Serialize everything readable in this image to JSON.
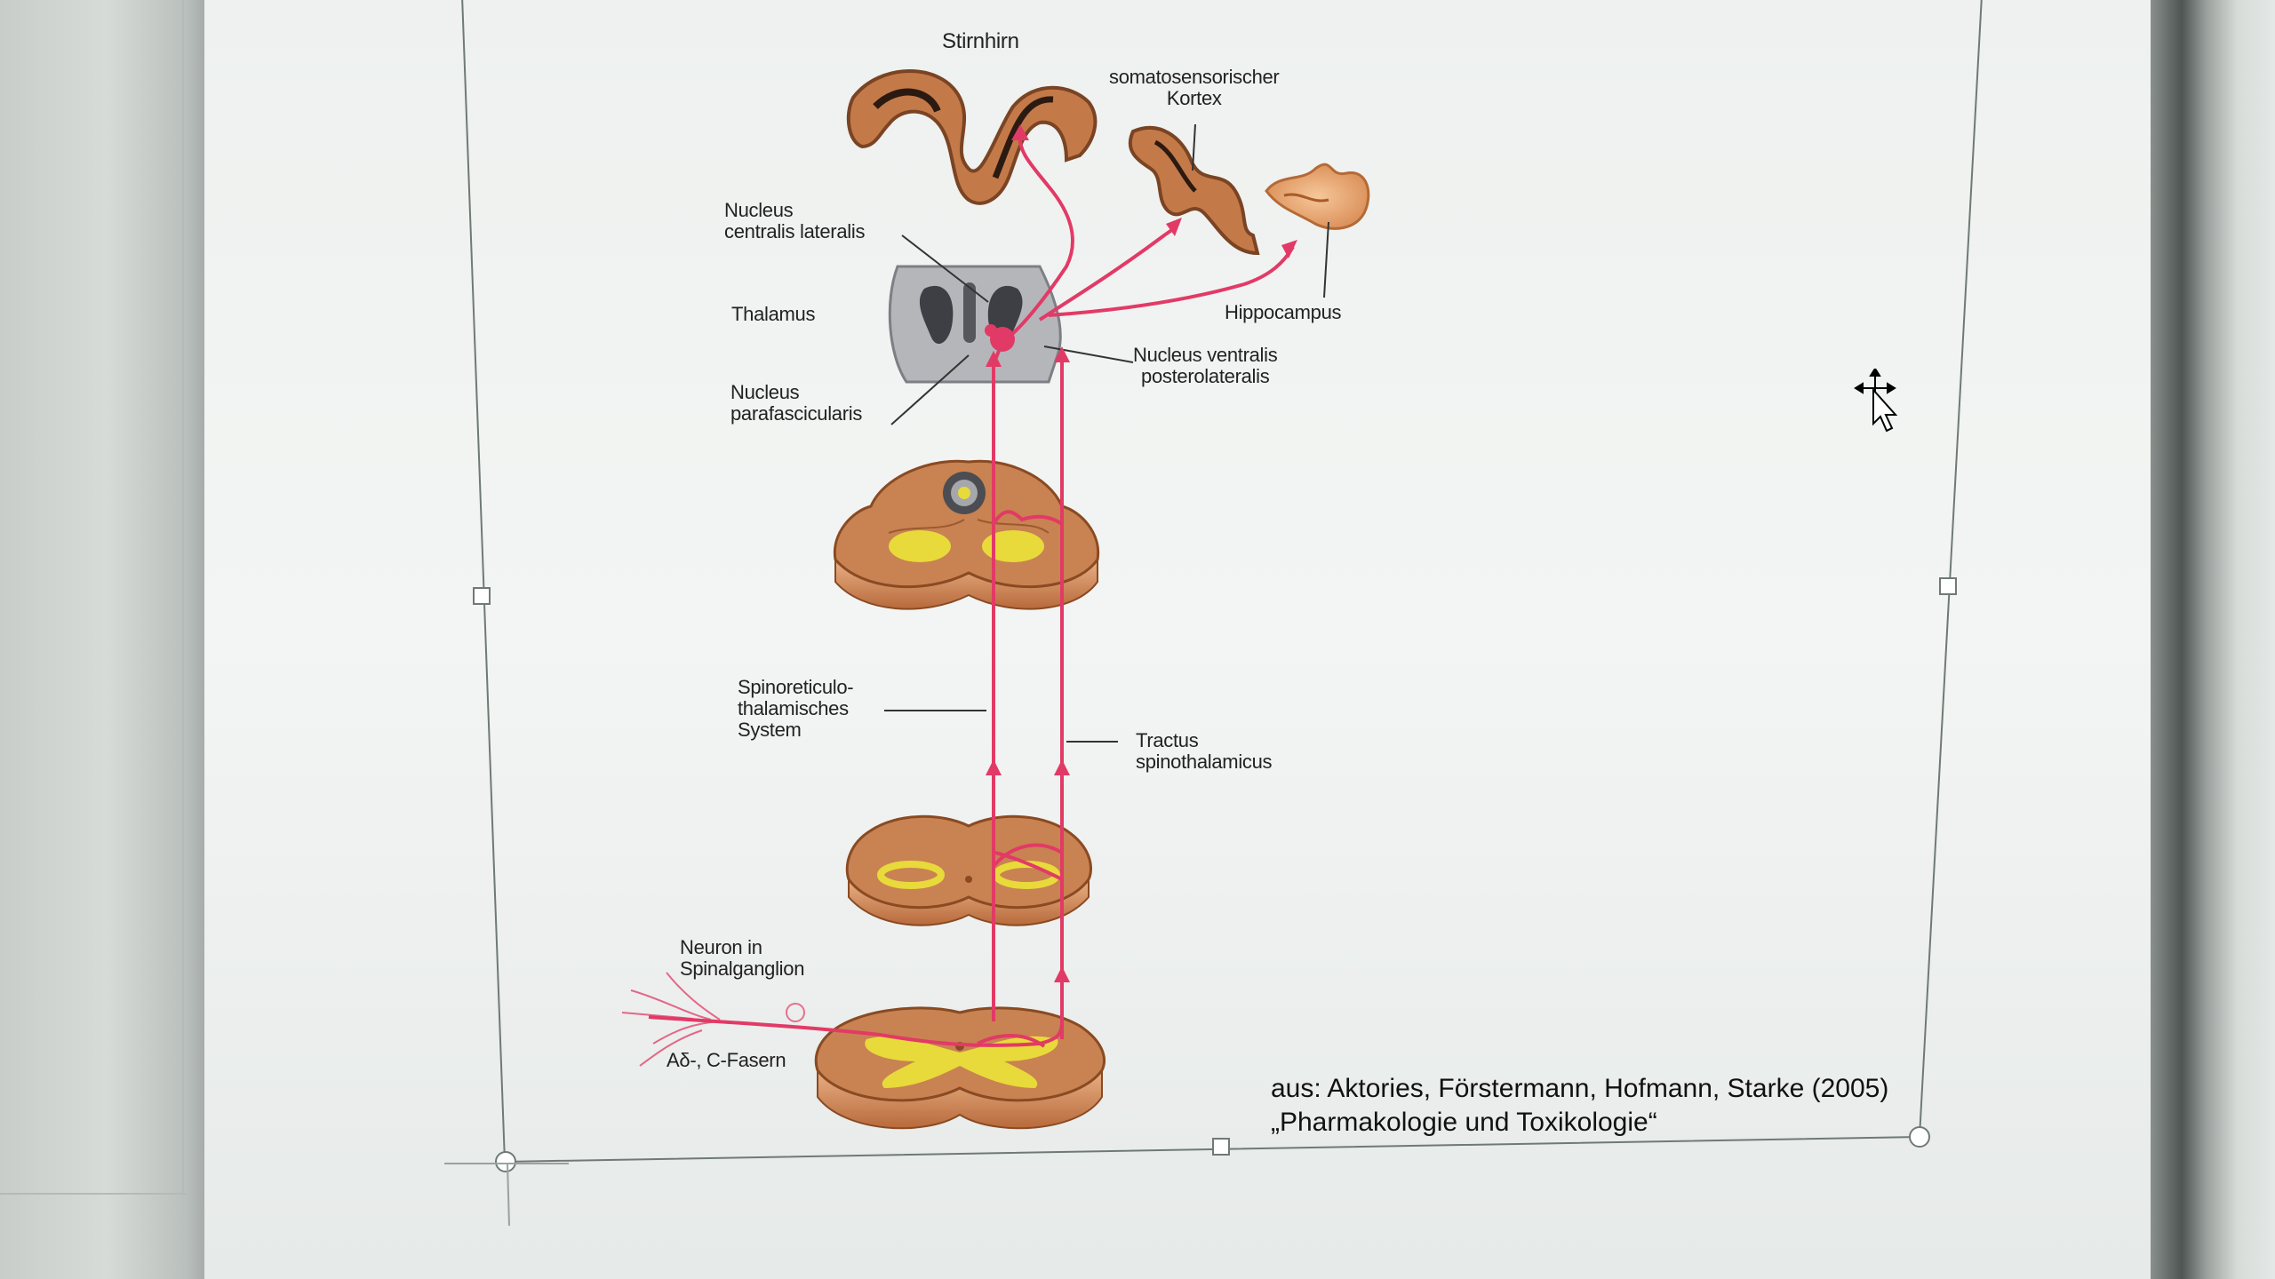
{
  "labels": {
    "stirnhirn": "Stirnhirn",
    "somato": "somatosensorischer\nKortex",
    "ncl": "Nucleus\ncentralis lateralis",
    "thalamus": "Thalamus",
    "npf": "Nucleus\nparafascicularis",
    "nvp": "Nucleus ventralis\nposterolateralis",
    "hippocampus": "Hippocampus",
    "srt": "Spinoreticulo-\nthalamisches\nSystem",
    "tractus": "Tractus\nspinothalamicus",
    "neuron": "Neuron in\nSpinalganglion",
    "fasern": "Aδ-, C-Fasern"
  },
  "caption": {
    "line1": "aus: Aktories, Förstermann, Hofmann, Starke (2005)",
    "line2": "„Pharmakologie und Toxikologie“"
  },
  "colors": {
    "pathway": "#e23a66",
    "tissue": "#c98252",
    "tissue_light": "#e3a57a",
    "gray_matter": "#e8da3a",
    "thalamus": "#a7a9ad"
  }
}
